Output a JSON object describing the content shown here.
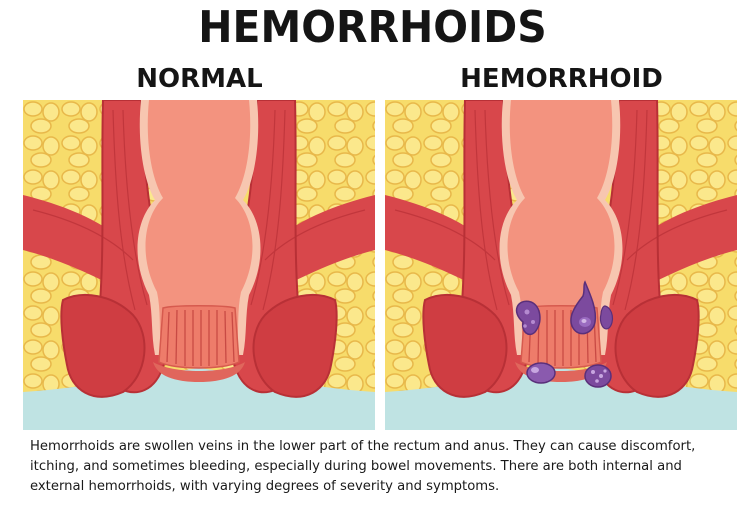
{
  "title": "HEMORRHOIDS",
  "panels": {
    "normal": {
      "label": "NORMAL"
    },
    "hemorrhoid": {
      "label": "HEMORRHOID"
    }
  },
  "caption": "Hemorrhoids are swollen veins in the lower part of the rectum and anus. They can cause discomfort, itching, and sometimes bleeding, especially during bowel movements. There are both internal and external hemorrhoids, with varying degrees of severity and symptoms.",
  "colors": {
    "fat": "#f7dc6b",
    "fat_cell_border": "#e8b84a",
    "muscle": "#d8474b",
    "muscle_dark": "#b83036",
    "rectum_lining": "#f3937f",
    "mucosa_edge": "#f7c6b0",
    "skin_base": "#bfe3e3",
    "hemorrhoid": "#7c4a9e"
  }
}
